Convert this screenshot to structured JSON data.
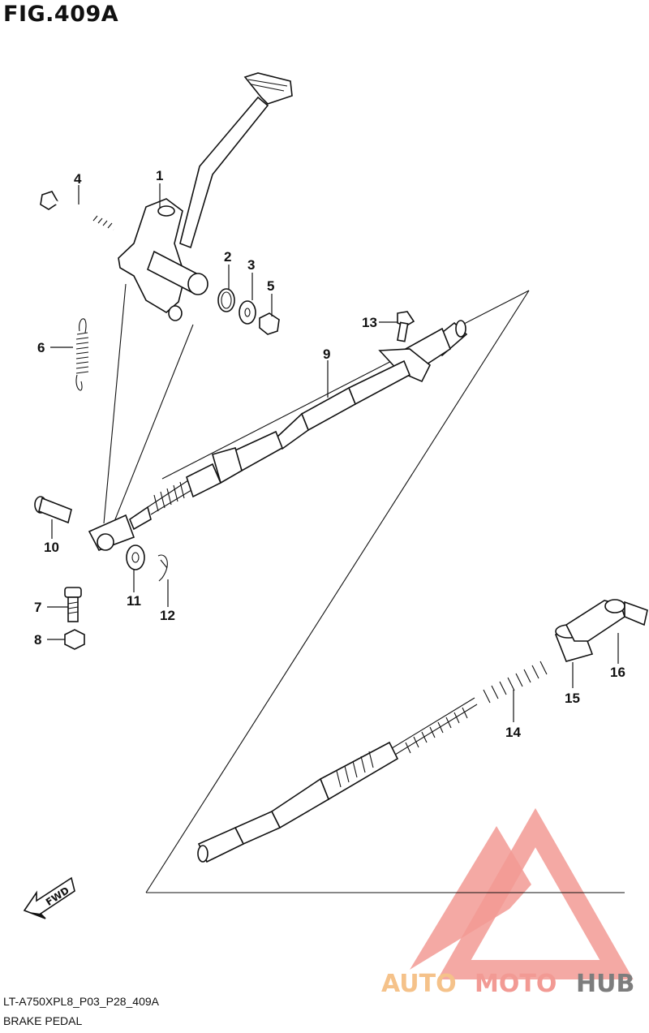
{
  "figure": {
    "title": "FIG.409A",
    "code": "LT-A750XPL8_P03_P28_409A",
    "name": "BRAKE PEDAL"
  },
  "callouts": [
    "1",
    "2",
    "3",
    "4",
    "5",
    "6",
    "7",
    "8",
    "9",
    "10",
    "11",
    "12",
    "13",
    "14",
    "15",
    "16"
  ],
  "fwd_label": "FWD",
  "watermark": {
    "text_a": "AUTO",
    "text_b": "MOTO",
    "text_c": "HUB",
    "colors": {
      "auto": "#f5c28a",
      "moto": "#f29a94",
      "hub": "#7d7d7d",
      "logo": "#f29a94"
    }
  }
}
